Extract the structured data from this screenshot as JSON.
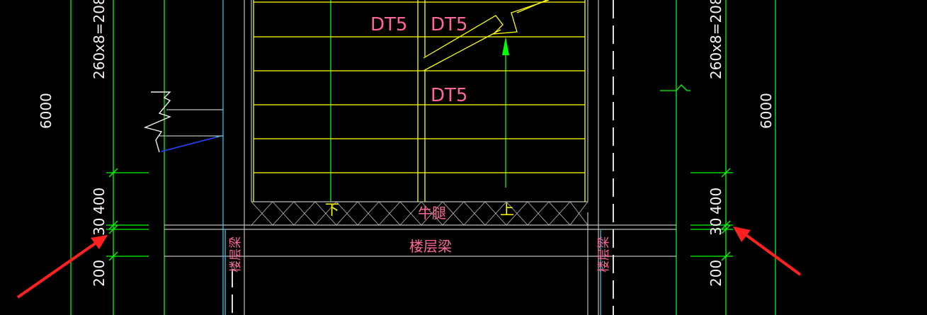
{
  "drawing": {
    "colors": {
      "background": "#000000",
      "grid_green": "#00ff00",
      "dim_white": "#f4f4f4",
      "stair_yellow": "#ffff00",
      "cyan": "#33c3e6",
      "label_pink": "#ff6699",
      "gray": "#bdbdbd",
      "annotation_red": "#ff2020"
    },
    "dims": {
      "d260_left": "260x8=2080",
      "d6000_left": "6000",
      "d400_left": "400",
      "d30_left": "30",
      "d200_left": "200",
      "d260_right": "260x8=2080",
      "d6000_right": "6000",
      "d400_right": "400",
      "d30_right": "30",
      "d200_right": "200"
    },
    "labels": {
      "dt5_a": "DT5",
      "dt5_b": "DT5",
      "dt5_c": "DT5",
      "down": "下",
      "up": "上",
      "beam_cow": "牛腿",
      "floor_beam": "楼层梁",
      "floor_beam_left": "楼层梁",
      "floor_beam_right": "楼层梁"
    }
  }
}
